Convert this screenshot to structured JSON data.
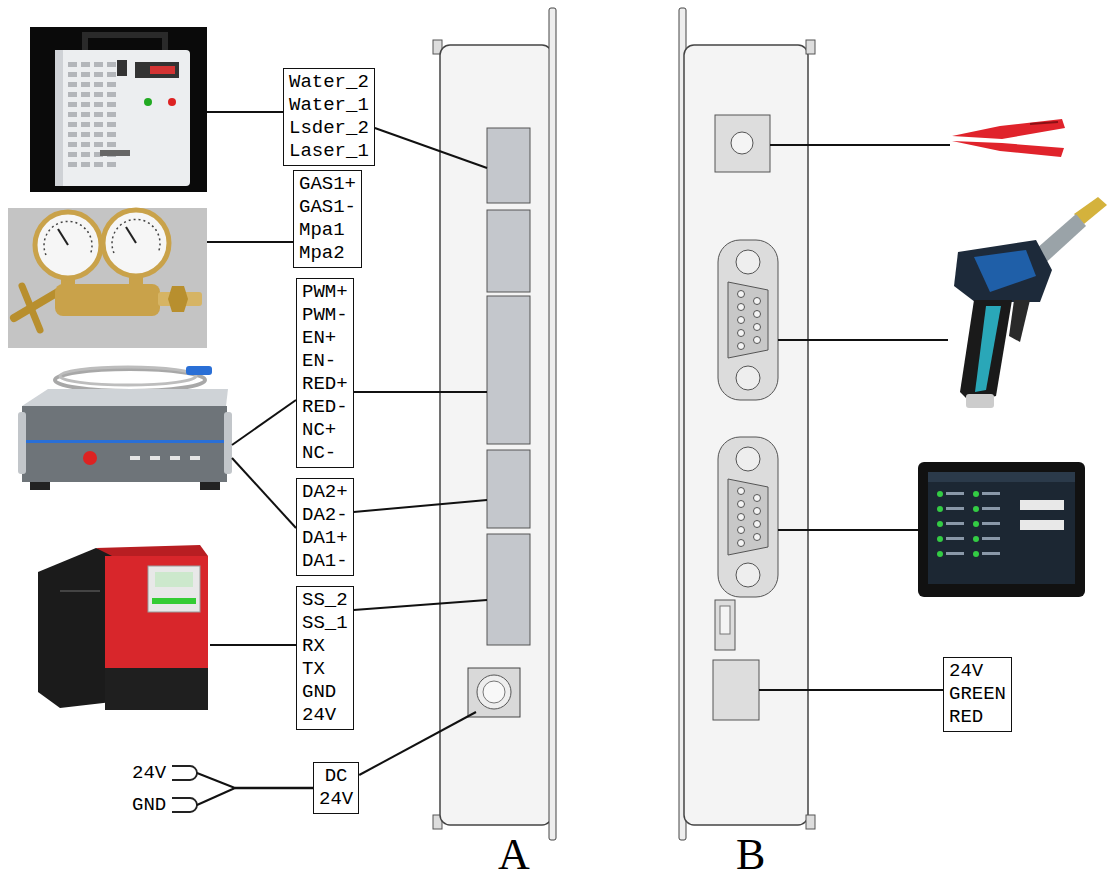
{
  "diagram": {
    "nodes": [
      {
        "text": [
          "Water_2",
          "Water_1",
          "Lsder_2",
          "Laser_1"
        ]
      },
      {
        "text": [
          "GAS1+",
          "GAS1-",
          "Mpa1",
          "Mpa2"
        ]
      },
      {
        "text": [
          "PWM+",
          "PWM-",
          "EN+",
          "EN-",
          "RED+",
          "RED-",
          "NC+",
          "NC-"
        ]
      },
      {
        "text": [
          "DA2+",
          "DA2-",
          "DA1+",
          "DA1-"
        ]
      },
      {
        "text": [
          "SS_2",
          "SS_1",
          "RX",
          "TX",
          "GND",
          "24V"
        ]
      },
      {
        "text": [
          "DC",
          "24V"
        ]
      },
      {
        "text": [
          "24V",
          "GREEN",
          "RED"
        ]
      }
    ],
    "labels": [
      "24V",
      "GND",
      "A",
      "B"
    ]
  }
}
